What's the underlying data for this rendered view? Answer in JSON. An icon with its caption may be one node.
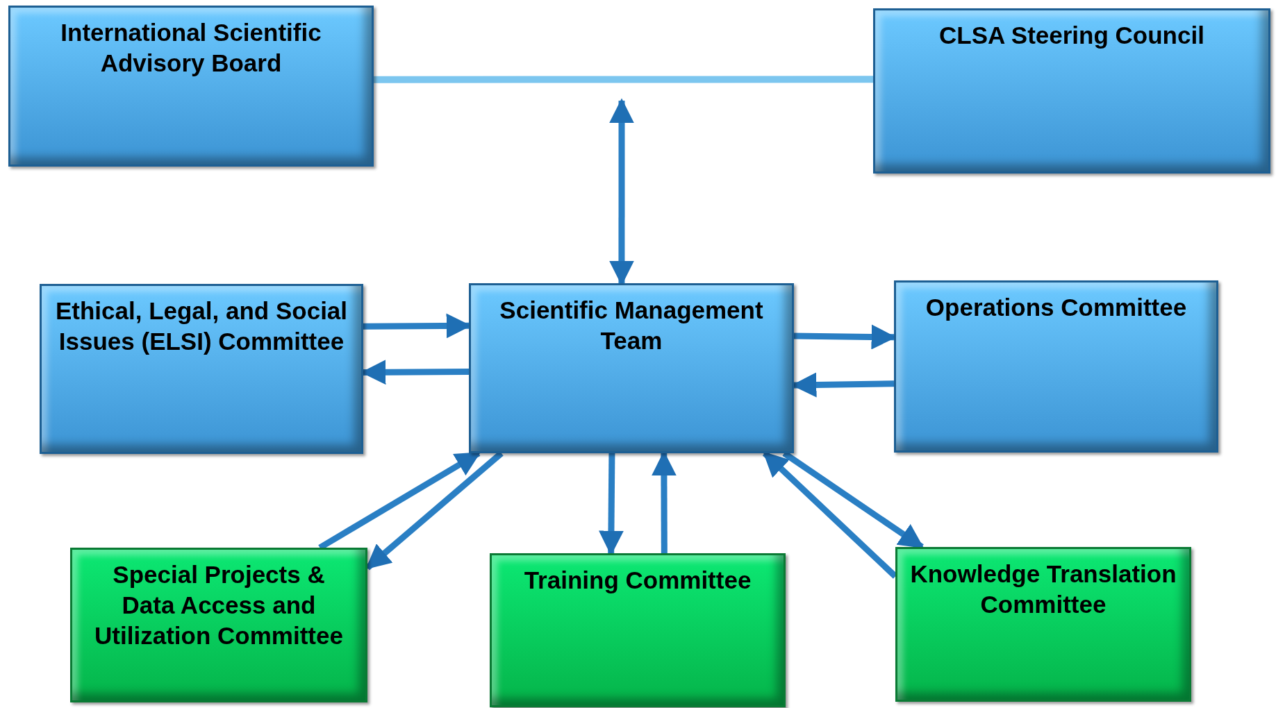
{
  "diagram": {
    "nodes": [
      {
        "text": [
          "International Scientific Advisory Board"
        ]
      },
      {
        "text": [
          "CLSA Steering Council"
        ]
      },
      {
        "text": [
          "Ethical, Legal, and Social Issues (ELSI) Committee"
        ]
      },
      {
        "text": [
          "Scientific Management Team"
        ]
      },
      {
        "text": [
          "Operations Committee"
        ]
      },
      {
        "text": [
          "Special Projects & Data Access and Utilization Committee"
        ]
      },
      {
        "text": [
          "Training Committee"
        ]
      },
      {
        "text": [
          "Knowledge Translation Committee"
        ]
      }
    ],
    "edges": [
      {
        "from": 0,
        "to": 1,
        "arrow": "none"
      },
      {
        "from": null,
        "to": 3,
        "arrow": "both"
      },
      {
        "from": 2,
        "to": 3,
        "arrow": "to"
      },
      {
        "from": 3,
        "to": 2,
        "arrow": "to"
      },
      {
        "from": 3,
        "to": 4,
        "arrow": "to"
      },
      {
        "from": 4,
        "to": 3,
        "arrow": "to"
      },
      {
        "from": 5,
        "to": 3,
        "arrow": "to"
      },
      {
        "from": 3,
        "to": 5,
        "arrow": "to"
      },
      {
        "from": 3,
        "to": 6,
        "arrow": "to"
      },
      {
        "from": 6,
        "to": 3,
        "arrow": "to"
      },
      {
        "from": 3,
        "to": 7,
        "arrow": "to"
      },
      {
        "from": 7,
        "to": 3,
        "arrow": "to"
      }
    ]
  }
}
